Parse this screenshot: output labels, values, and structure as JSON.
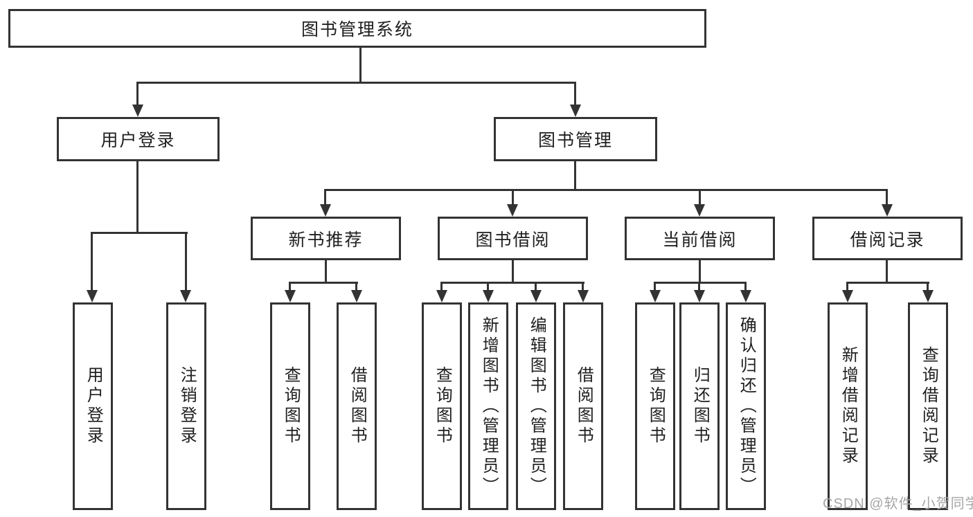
{
  "colors": {
    "line": "#333333",
    "text": "#1f1f1f",
    "watermark": "#a6a6a6",
    "background": "#ffffff"
  },
  "watermark": {
    "text": "CSDN @软件_小贺同学"
  },
  "tree": {
    "label": "图书管理系统",
    "children": [
      {
        "label": "用户登录",
        "children": [
          {
            "label": "用户登录"
          },
          {
            "label": "注销登录"
          }
        ]
      },
      {
        "label": "图书管理",
        "children": [
          {
            "label": "新书推荐",
            "children": [
              {
                "label": "查询图书"
              },
              {
                "label": "借阅图书"
              }
            ]
          },
          {
            "label": "图书借阅",
            "children": [
              {
                "label": "查询图书"
              },
              {
                "label": "新增图书（管理员）"
              },
              {
                "label": "编辑图书（管理员）"
              },
              {
                "label": "借阅图书"
              }
            ]
          },
          {
            "label": "当前借阅",
            "children": [
              {
                "label": "查询图书"
              },
              {
                "label": "归还图书"
              },
              {
                "label": "确认归还（管理员）"
              }
            ]
          },
          {
            "label": "借阅记录",
            "children": [
              {
                "label": "新增借阅记录"
              },
              {
                "label": "查询借阅记录"
              }
            ]
          }
        ]
      }
    ]
  }
}
